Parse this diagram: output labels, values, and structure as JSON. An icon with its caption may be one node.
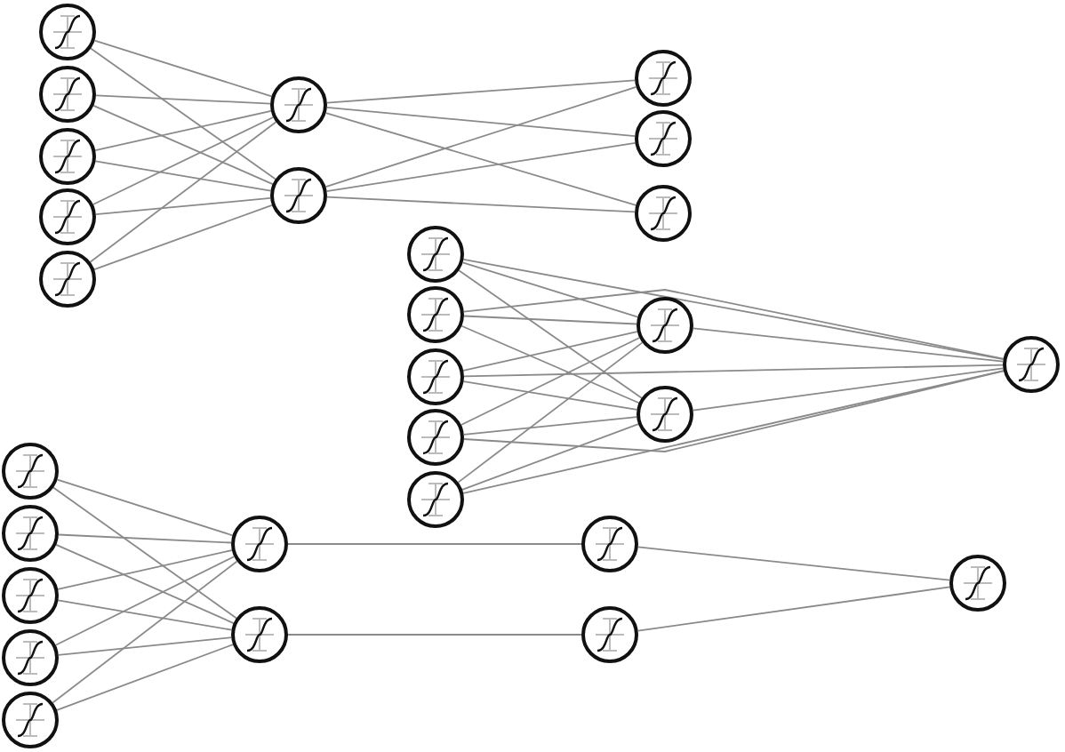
{
  "diagram": {
    "nodes": [
      {
        "text": [],
        "shape": "circle"
      },
      {
        "text": [],
        "shape": "circle"
      },
      {
        "text": [],
        "shape": "circle"
      },
      {
        "text": [],
        "shape": "circle"
      },
      {
        "text": [],
        "shape": "circle"
      },
      {
        "text": [],
        "shape": "circle"
      },
      {
        "text": [],
        "shape": "circle"
      },
      {
        "text": [],
        "shape": "circle"
      },
      {
        "text": [],
        "shape": "circle"
      },
      {
        "text": [],
        "shape": "circle"
      },
      {
        "text": [],
        "shape": "circle"
      },
      {
        "text": [],
        "shape": "circle"
      },
      {
        "text": [],
        "shape": "circle"
      },
      {
        "text": [],
        "shape": "circle"
      },
      {
        "text": [],
        "shape": "circle"
      },
      {
        "text": [],
        "shape": "circle"
      },
      {
        "text": [],
        "shape": "circle"
      },
      {
        "text": [],
        "shape": "circle"
      },
      {
        "text": [],
        "shape": "circle"
      },
      {
        "text": [],
        "shape": "circle"
      },
      {
        "text": [],
        "shape": "circle"
      },
      {
        "text": [],
        "shape": "circle"
      },
      {
        "text": [],
        "shape": "circle"
      },
      {
        "text": [],
        "shape": "circle"
      },
      {
        "text": [],
        "shape": "circle"
      },
      {
        "text": [],
        "shape": "circle"
      },
      {
        "text": [],
        "shape": "circle"
      },
      {
        "text": [],
        "shape": "circle"
      }
    ],
    "edges": [
      {
        "from": 0,
        "to": 5,
        "arrow": "none"
      },
      {
        "from": 0,
        "to": 6,
        "arrow": "none"
      },
      {
        "from": 1,
        "to": 5,
        "arrow": "none"
      },
      {
        "from": 1,
        "to": 6,
        "arrow": "none"
      },
      {
        "from": 2,
        "to": 5,
        "arrow": "none"
      },
      {
        "from": 2,
        "to": 6,
        "arrow": "none"
      },
      {
        "from": 3,
        "to": 5,
        "arrow": "none"
      },
      {
        "from": 3,
        "to": 6,
        "arrow": "none"
      },
      {
        "from": 4,
        "to": 5,
        "arrow": "none"
      },
      {
        "from": 4,
        "to": 6,
        "arrow": "none"
      },
      {
        "from": 5,
        "to": 7,
        "arrow": "none"
      },
      {
        "from": 5,
        "to": 8,
        "arrow": "none"
      },
      {
        "from": 5,
        "to": 9,
        "arrow": "none"
      },
      {
        "from": 6,
        "to": 7,
        "arrow": "none"
      },
      {
        "from": 6,
        "to": 8,
        "arrow": "none"
      },
      {
        "from": 6,
        "to": 9,
        "arrow": "none"
      },
      {
        "from": 10,
        "to": 15,
        "arrow": "none"
      },
      {
        "from": 10,
        "to": 16,
        "arrow": "none"
      },
      {
        "from": 11,
        "to": 15,
        "arrow": "none"
      },
      {
        "from": 11,
        "to": 16,
        "arrow": "none"
      },
      {
        "from": 12,
        "to": 15,
        "arrow": "none"
      },
      {
        "from": 12,
        "to": 16,
        "arrow": "none"
      },
      {
        "from": 13,
        "to": 15,
        "arrow": "none"
      },
      {
        "from": 13,
        "to": 16,
        "arrow": "none"
      },
      {
        "from": 14,
        "to": 15,
        "arrow": "none"
      },
      {
        "from": 14,
        "to": 16,
        "arrow": "none"
      },
      {
        "from": 10,
        "to": 17,
        "arrow": "none"
      },
      {
        "from": 11,
        "to": 17,
        "arrow": "none"
      },
      {
        "from": 12,
        "to": 17,
        "arrow": "none"
      },
      {
        "from": 13,
        "to": 17,
        "arrow": "none"
      },
      {
        "from": 14,
        "to": 17,
        "arrow": "none"
      },
      {
        "from": 15,
        "to": 17,
        "arrow": "none"
      },
      {
        "from": 16,
        "to": 17,
        "arrow": "none"
      },
      {
        "from": 18,
        "to": 23,
        "arrow": "none"
      },
      {
        "from": 18,
        "to": 24,
        "arrow": "none"
      },
      {
        "from": 19,
        "to": 23,
        "arrow": "none"
      },
      {
        "from": 19,
        "to": 24,
        "arrow": "none"
      },
      {
        "from": 20,
        "to": 23,
        "arrow": "none"
      },
      {
        "from": 20,
        "to": 24,
        "arrow": "none"
      },
      {
        "from": 21,
        "to": 23,
        "arrow": "none"
      },
      {
        "from": 21,
        "to": 24,
        "arrow": "none"
      },
      {
        "from": 22,
        "to": 23,
        "arrow": "none"
      },
      {
        "from": 22,
        "to": 24,
        "arrow": "none"
      },
      {
        "from": 23,
        "to": 25,
        "arrow": "none"
      },
      {
        "from": 24,
        "to": 26,
        "arrow": "none"
      },
      {
        "from": 25,
        "to": 27,
        "arrow": "none"
      },
      {
        "from": 26,
        "to": 27,
        "arrow": "none"
      }
    ]
  }
}
